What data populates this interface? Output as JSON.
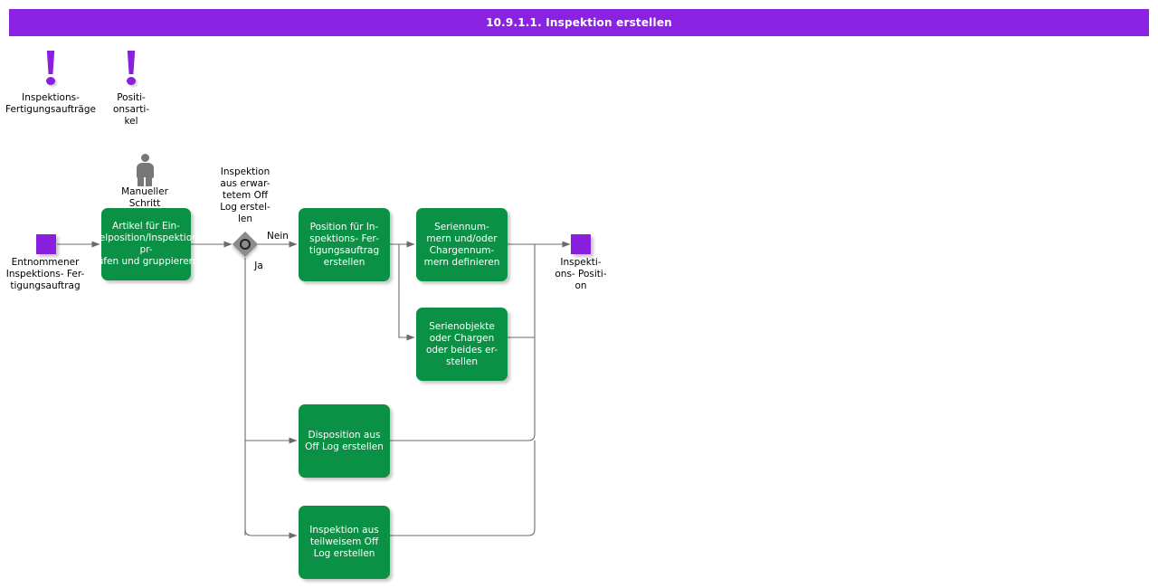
{
  "header": {
    "title": "10.9.1.1. Inspektion erstellen",
    "bar_color": "#8A22E2",
    "text_color": "#ffffff"
  },
  "palette": {
    "activity_green": "#0A9146",
    "data_purple": "#8A1FE0",
    "decision_grey": "#8C8C8C",
    "person_grey": "#777777",
    "connector_grey": "#6b6b6b",
    "background": "#ffffff"
  },
  "diagram": {
    "type": "flowchart",
    "events": [
      {
        "id": "event-inspektions-fertigungsauftraege",
        "icon": "exclamation-icon",
        "label": "Inspektions-\nFertigungsaufträge"
      },
      {
        "id": "event-positionsartikel",
        "icon": "exclamation-icon",
        "label": "Positi-\nonsarti-\nkel"
      }
    ],
    "data_nodes": [
      {
        "id": "data-entnommener-auftrag",
        "label": "Entnommener\nInspektions-  Fer-\ntigungsauftrag"
      },
      {
        "id": "data-inspektions-position",
        "label": "Inspekti-\nons- Positi-\non"
      }
    ],
    "annotations": [
      {
        "id": "manual-step",
        "icon": "person-icon",
        "label": "Manueller\nSchritt"
      },
      {
        "id": "decision-caption",
        "label": "Inspektion\naus erwar-\ntetem Off\nLog erstel-\nlen"
      }
    ],
    "decision": {
      "id": "decision-off-log",
      "shape": "diamond",
      "branches": [
        {
          "id": "branch-nein",
          "label": "Nein"
        },
        {
          "id": "branch-ja",
          "label": "Ja"
        }
      ]
    },
    "activities": [
      {
        "id": "activity-artikel-pruefen",
        "label": "Artikel für  Ein-\nzelposition/Inspektion pr-\nüfen und  gruppieren",
        "overflow": true
      },
      {
        "id": "activity-position-erstellen",
        "label": "Position für  In-\nspektions- Fer-\ntigungsauftrag\nerstellen",
        "overflow": false
      },
      {
        "id": "activity-seriennummern",
        "label": "Seriennum-\nmern und/oder\nChargennum-\nmern definieren",
        "overflow": false
      },
      {
        "id": "activity-serienobjekte",
        "label": "Serienobjekte\noder Chargen\noder beides er-\nstellen",
        "overflow": false
      },
      {
        "id": "activity-disposition",
        "label": "Disposition aus\nOff Log erstellen",
        "overflow": false
      },
      {
        "id": "activity-inspektion-teilweise",
        "label": "Inspektion aus\nteilweisem Off\nLog erstellen",
        "overflow": false
      }
    ]
  }
}
